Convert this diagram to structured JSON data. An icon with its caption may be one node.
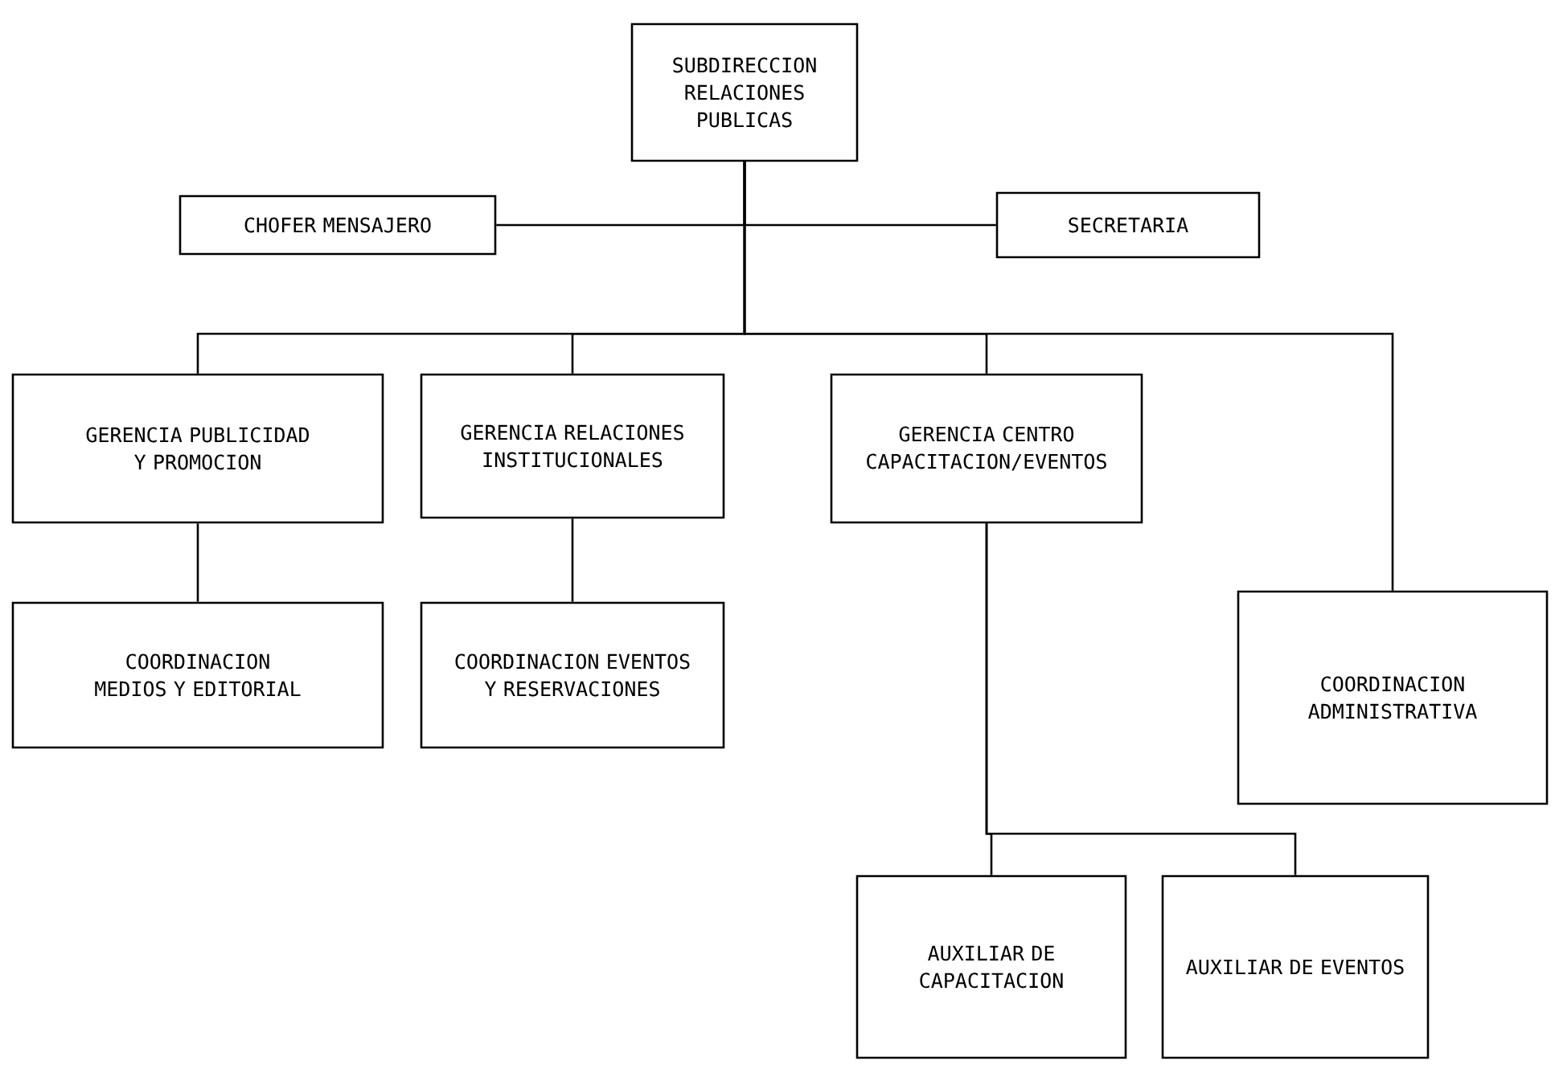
{
  "diagram": {
    "nodes": [
      {
        "text": [
          "SUBDIRECCION RELACIONES PUBLICAS"
        ]
      },
      {
        "text": [
          "CHOFER MENSAJERO"
        ]
      },
      {
        "text": [
          "SECRETARIA"
        ]
      },
      {
        "text": [
          "GERENCIA PUBLICIDAD Y PROMOCION"
        ]
      },
      {
        "text": [
          "GERENCIA RELACIONES INSTITUCIONALES"
        ]
      },
      {
        "text": [
          "GERENCIA CENTRO CAPACITACION/EVENTOS"
        ]
      },
      {
        "text": [
          "COORDINACION MEDIOS Y EDITORIAL"
        ]
      },
      {
        "text": [
          "COORDINACION EVENTOS Y RESERVACIONES"
        ]
      },
      {
        "text": [
          "COORDINACION ADMINISTRATIVA"
        ]
      },
      {
        "text": [
          "AUXILIAR DE CAPACITACION"
        ]
      },
      {
        "text": [
          "AUXILIAR DE EVENTOS"
        ]
      }
    ],
    "edges": [
      {
        "from": 0,
        "to": 1,
        "arrow": "none"
      },
      {
        "from": 0,
        "to": 2,
        "arrow": "none"
      },
      {
        "from": 0,
        "to": 3,
        "arrow": "none"
      },
      {
        "from": 0,
        "to": 4,
        "arrow": "none"
      },
      {
        "from": 0,
        "to": 5,
        "arrow": "none"
      },
      {
        "from": 0,
        "to": 8,
        "arrow": "none"
      },
      {
        "from": 3,
        "to": 6,
        "arrow": "none"
      },
      {
        "from": 4,
        "to": 7,
        "arrow": "none"
      },
      {
        "from": 5,
        "to": 9,
        "arrow": "none"
      },
      {
        "from": 5,
        "to": 10,
        "arrow": "none"
      }
    ]
  }
}
